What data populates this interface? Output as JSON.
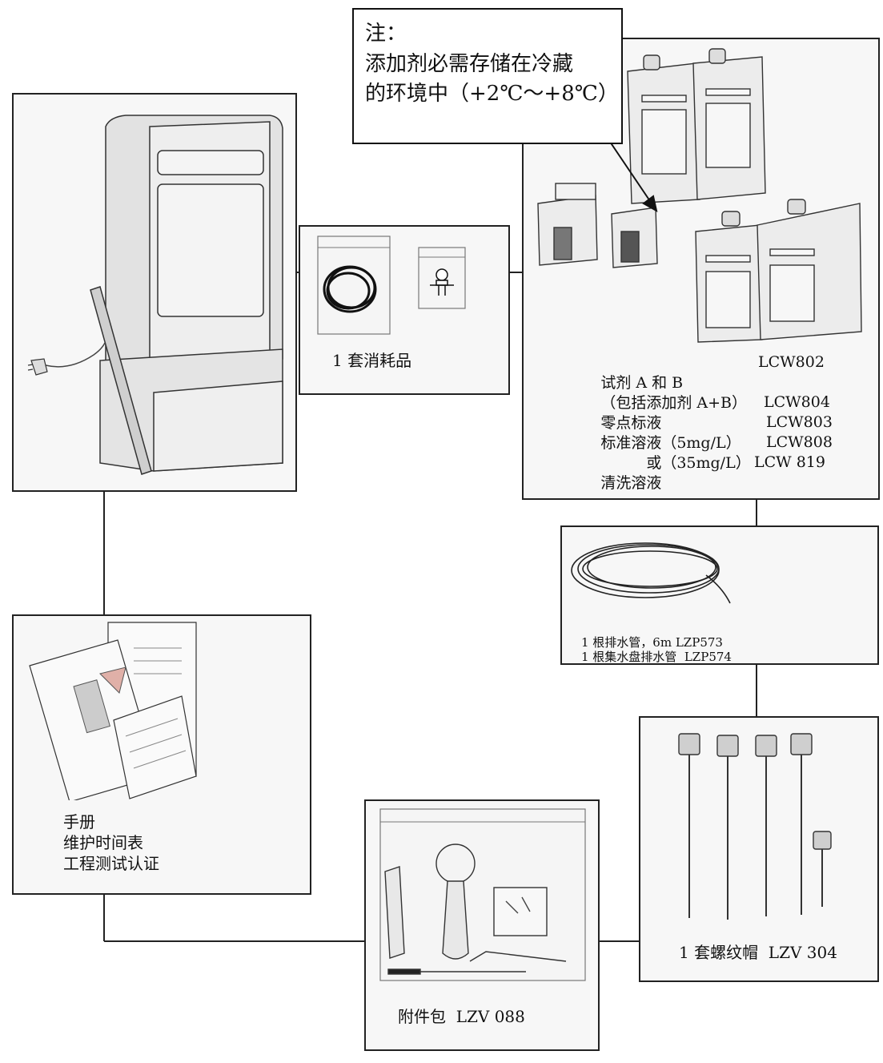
{
  "note": {
    "line1": "注：",
    "line2": "添加剂必需存储在冷藏",
    "line3": "的环境中（+2℃～+8℃）"
  },
  "consumables": {
    "label": "1 套消耗品"
  },
  "reagents": {
    "rows": [
      {
        "name": "试剂 A 和 B",
        "code": "LCW802"
      },
      {
        "name": "（包括添加剂 A+B）",
        "code": ""
      },
      {
        "name": "零点标液",
        "code": "LCW804"
      },
      {
        "name": "标准溶液（5mg/L）",
        "code": "LCW803"
      },
      {
        "name": "　　　或（35mg/L）",
        "code": "LCW808"
      },
      {
        "name": "清洗溶液",
        "code": "LCW 819"
      }
    ]
  },
  "drain": {
    "line1": "1 根排水管，6m LZP573",
    "line2": "1 根集水盘排水管  LZP574"
  },
  "manuals": {
    "line1": "手册",
    "line2": "维护时间表",
    "line3": "工程测试认证"
  },
  "accessory": {
    "label": "附件包  LZV 088"
  },
  "caps": {
    "label": "1 套螺纹帽  LZV 304"
  },
  "colors": {
    "line": "#222222",
    "panel": "#f7f7f7",
    "drawing": "#dcdcdc"
  }
}
